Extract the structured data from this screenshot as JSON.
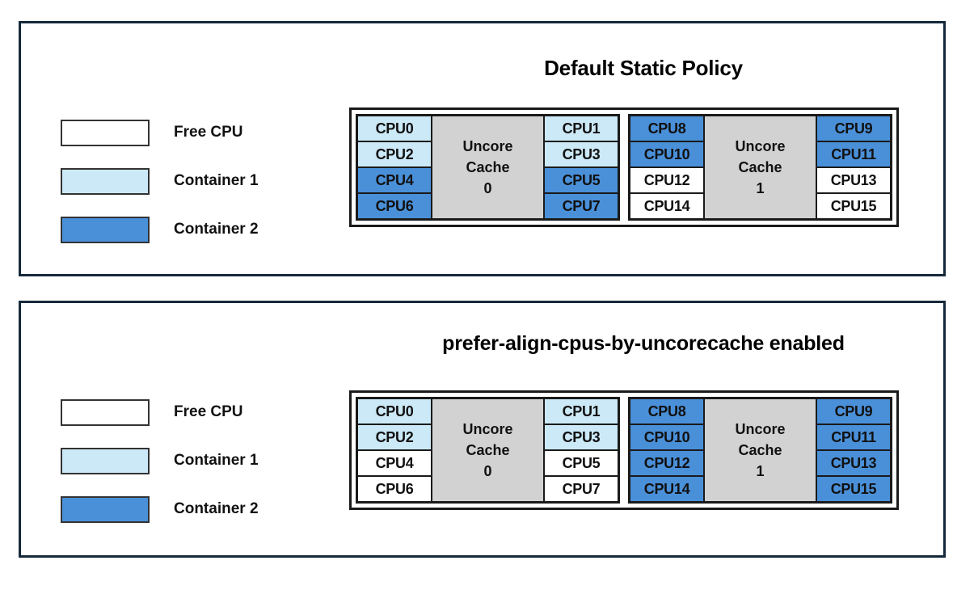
{
  "legend": {
    "items": [
      {
        "label": "Free CPU",
        "swatch": "free",
        "color": "#ffffff"
      },
      {
        "label": "Container 1",
        "swatch": "container1",
        "color": "#cce9f7"
      },
      {
        "label": "Container 2",
        "swatch": "container2",
        "color": "#4a90d9"
      }
    ]
  },
  "panels": [
    {
      "id": "default-static-policy",
      "title": "Default Static Policy",
      "cache_groups": [
        {
          "cache_label_line1": "Uncore",
          "cache_label_line2": "Cache",
          "cache_index": "0",
          "left_column": [
            {
              "label": "CPU0",
              "state": "container1"
            },
            {
              "label": "CPU2",
              "state": "container1"
            },
            {
              "label": "CPU4",
              "state": "container2"
            },
            {
              "label": "CPU6",
              "state": "container2"
            }
          ],
          "right_column": [
            {
              "label": "CPU1",
              "state": "container1"
            },
            {
              "label": "CPU3",
              "state": "container1"
            },
            {
              "label": "CPU5",
              "state": "container2"
            },
            {
              "label": "CPU7",
              "state": "container2"
            }
          ]
        },
        {
          "cache_label_line1": "Uncore",
          "cache_label_line2": "Cache",
          "cache_index": "1",
          "left_column": [
            {
              "label": "CPU8",
              "state": "container2"
            },
            {
              "label": "CPU10",
              "state": "container2"
            },
            {
              "label": "CPU12",
              "state": "free"
            },
            {
              "label": "CPU14",
              "state": "free"
            }
          ],
          "right_column": [
            {
              "label": "CPU9",
              "state": "container2"
            },
            {
              "label": "CPU11",
              "state": "container2"
            },
            {
              "label": "CPU13",
              "state": "free"
            },
            {
              "label": "CPU15",
              "state": "free"
            }
          ]
        }
      ]
    },
    {
      "id": "prefer-align-cpus-by-uncorecache-enabled",
      "title": "prefer-align-cpus-by-uncorecache enabled",
      "cache_groups": [
        {
          "cache_label_line1": "Uncore",
          "cache_label_line2": "Cache",
          "cache_index": "0",
          "left_column": [
            {
              "label": "CPU0",
              "state": "container1"
            },
            {
              "label": "CPU2",
              "state": "container1"
            },
            {
              "label": "CPU4",
              "state": "free"
            },
            {
              "label": "CPU6",
              "state": "free"
            }
          ],
          "right_column": [
            {
              "label": "CPU1",
              "state": "container1"
            },
            {
              "label": "CPU3",
              "state": "container1"
            },
            {
              "label": "CPU5",
              "state": "free"
            },
            {
              "label": "CPU7",
              "state": "free"
            }
          ]
        },
        {
          "cache_label_line1": "Uncore",
          "cache_label_line2": "Cache",
          "cache_index": "1",
          "left_column": [
            {
              "label": "CPU8",
              "state": "container2"
            },
            {
              "label": "CPU10",
              "state": "container2"
            },
            {
              "label": "CPU12",
              "state": "container2"
            },
            {
              "label": "CPU14",
              "state": "container2"
            }
          ],
          "right_column": [
            {
              "label": "CPU9",
              "state": "container2"
            },
            {
              "label": "CPU11",
              "state": "container2"
            },
            {
              "label": "CPU13",
              "state": "container2"
            },
            {
              "label": "CPU15",
              "state": "container2"
            }
          ]
        }
      ]
    }
  ]
}
